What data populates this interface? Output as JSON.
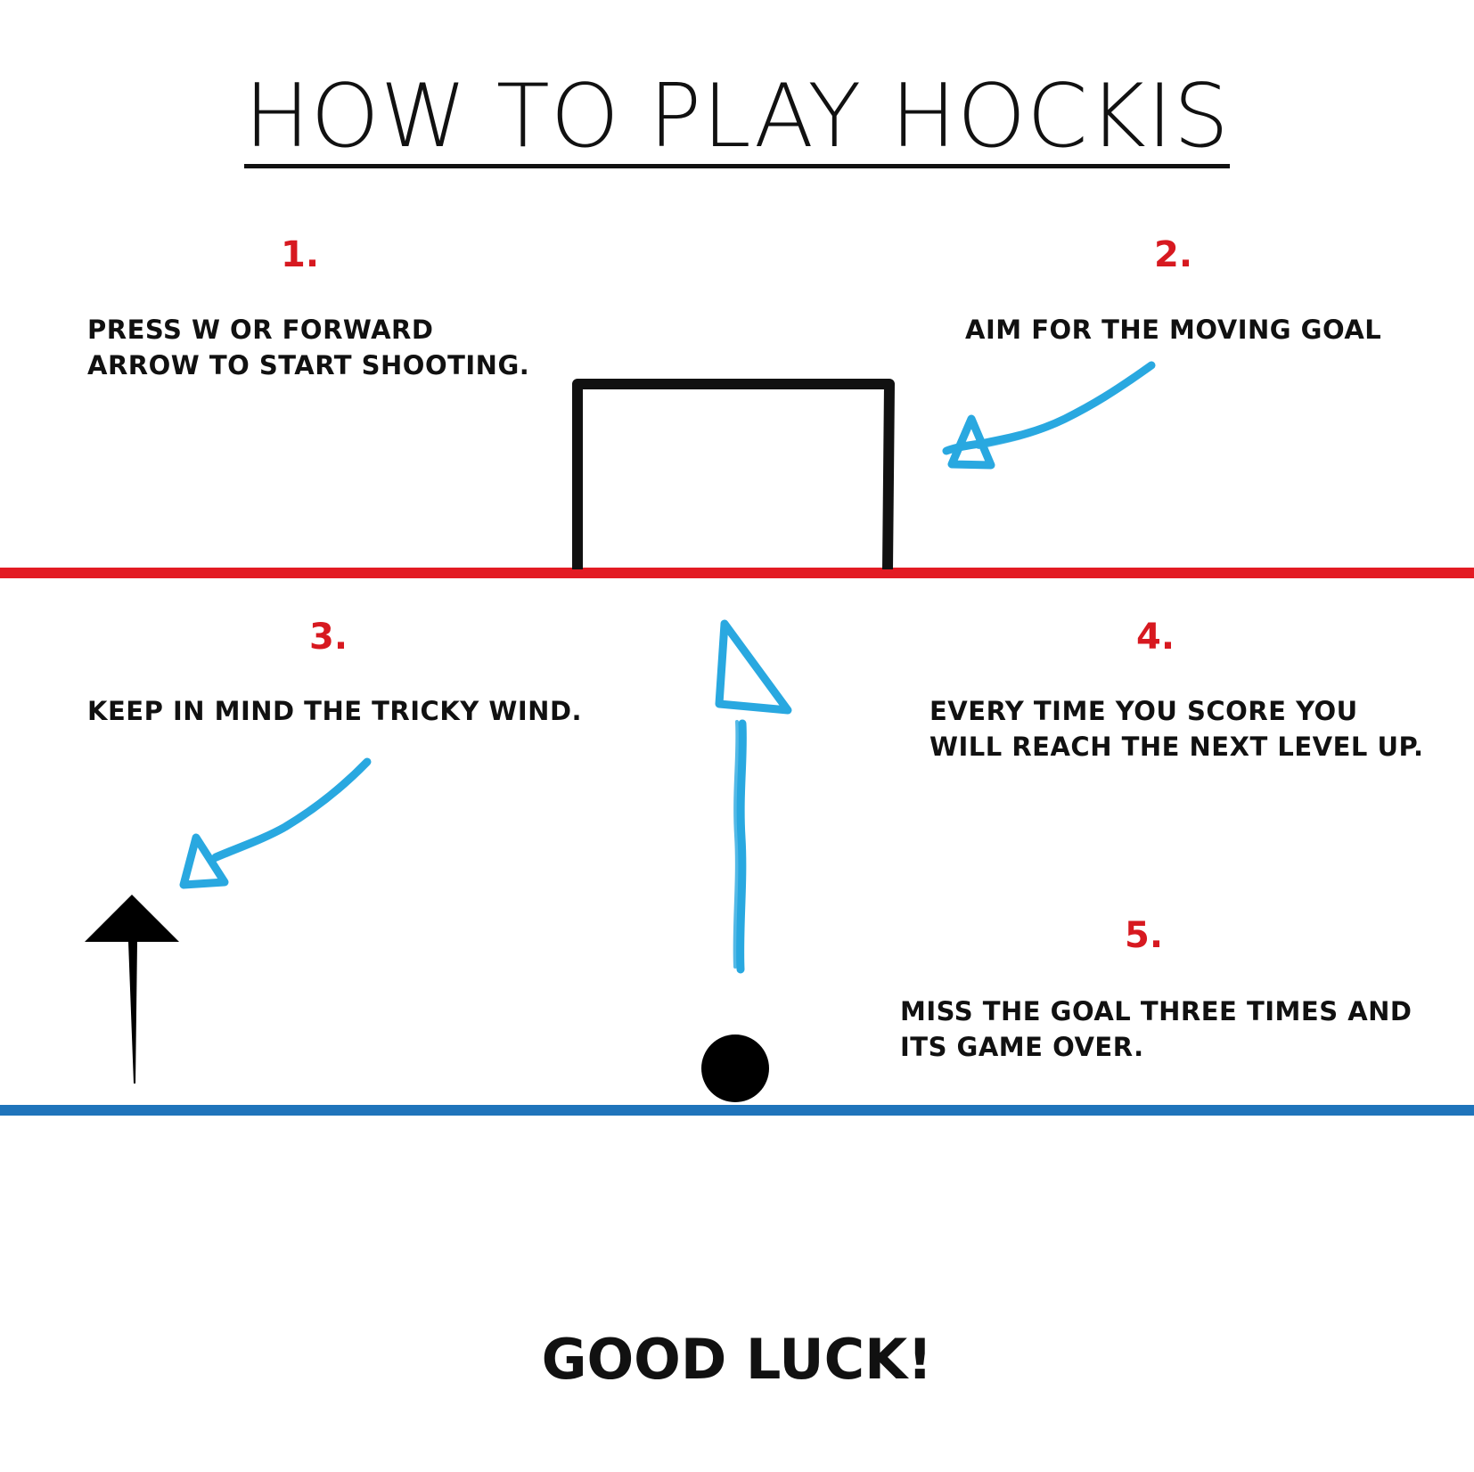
{
  "title": "HOW TO PLAY HOCKIS",
  "steps": [
    {
      "number": "1.",
      "lines": [
        "PRESS W OR FORWARD",
        "ARROW TO START SHOOTING."
      ]
    },
    {
      "number": "2.",
      "lines": [
        "AIM FOR THE MOVING GOAL"
      ]
    },
    {
      "number": "3.",
      "lines": [
        "KEEP IN MIND THE TRICKY WIND."
      ]
    },
    {
      "number": "4.",
      "lines": [
        "EVERY TIME YOU SCORE YOU",
        "WILL REACH THE  NEXT LEVEL UP."
      ]
    },
    {
      "number": "5.",
      "lines": [
        "MISS THE GOAL THREE TIMES AND",
        "ITS GAME OVER."
      ]
    }
  ],
  "footer": "GOOD LUCK!",
  "colors": {
    "number": "#d71920",
    "goal_line": "#e31b23",
    "bottom_line": "#1f74bb",
    "crayon_arrow": "#29a8e0",
    "ink": "#111111"
  },
  "icons": {
    "goal": "goal-frame-icon",
    "puck": "puck-icon",
    "wind": "wind-arrow-icon",
    "arrows": "crayon-arrow-icon"
  }
}
